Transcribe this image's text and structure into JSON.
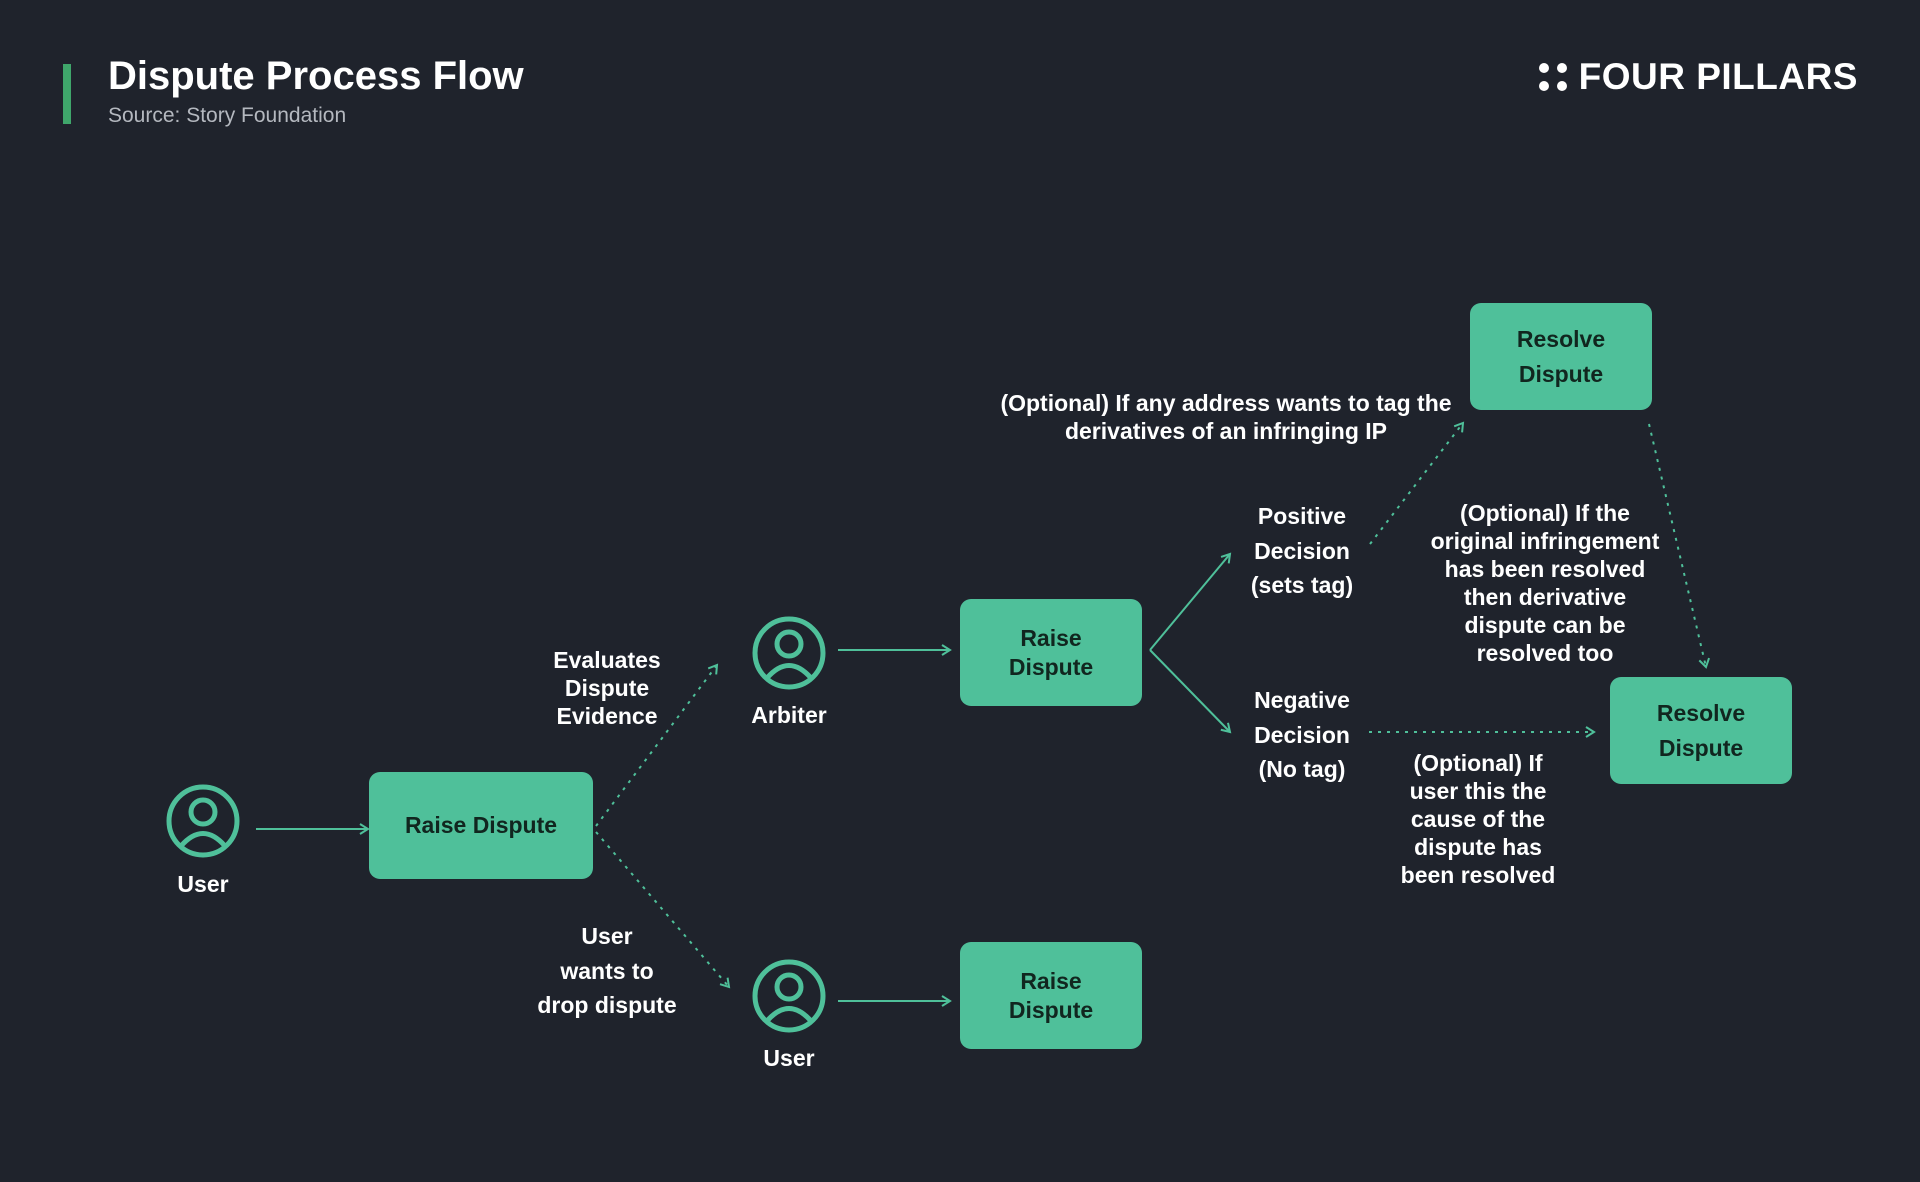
{
  "header": {
    "title": "Dispute Process Flow",
    "subtitle": "Source: Story Foundation",
    "brand": "FOUR PILLARS"
  },
  "colors": {
    "background": "#1f232c",
    "box_fill": "#4fc09a",
    "line": "#4fc09a",
    "accent": "#3fa66b"
  },
  "icons": {
    "user": "user-circle-icon",
    "brand": "four-dots-icon"
  },
  "nodes": {
    "user_start": "User",
    "arbiter": "Arbiter",
    "user_drop": "User"
  },
  "boxes": {
    "raise_initial": "Raise Dispute",
    "raise_arbiter": "Raise\nDispute",
    "raise_drop": "Raise\nDispute",
    "resolve_top": "Resolve\nDispute",
    "resolve_right": "Resolve\nDispute"
  },
  "labels": {
    "evaluates": "Evaluates\nDispute\nEvidence",
    "user_drop": "User\nwants to\ndrop dispute",
    "positive": "Positive\nDecision\n(sets tag)",
    "negative": "Negative\nDecision\n(No tag)",
    "optional_tag": "(Optional) If any address wants to tag the\nderivatives of an infringing IP",
    "optional_original": "(Optional) If the\noriginal infringement\nhas been resolved\nthen derivative\ndispute can be\nresolved too",
    "optional_user": "(Optional) If\nuser this the\ncause of the\ndispute has\nbeen resolved"
  }
}
